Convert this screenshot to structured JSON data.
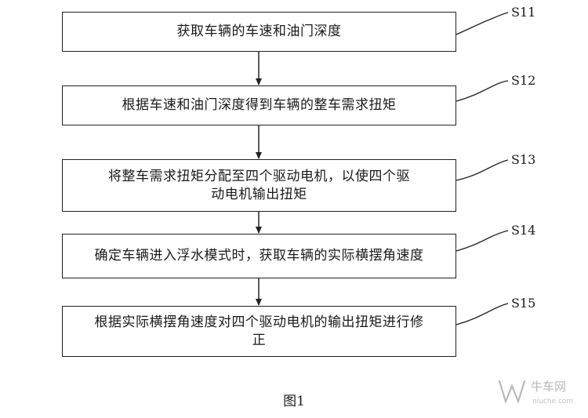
{
  "steps": [
    {
      "id": "S11",
      "text": "获取车辆的车速和油门深度"
    },
    {
      "id": "S12",
      "text": "根据车速和油门深度得到车辆的整车需求扭矩"
    },
    {
      "id": "S13",
      "text": "将整车需求扭矩分配至四个驱动电机，以使四个驱动电机输出扭矩"
    },
    {
      "id": "S14",
      "text": "确定车辆进入浮水模式时，获取车辆的实际横摆角速度"
    },
    {
      "id": "S15",
      "text": "根据实际横摆角速度对四个驱动电机的输出扭矩进行修正"
    }
  ],
  "caption": "图1",
  "watermark": {
    "main": "牛车网",
    "sub": "niuche.com"
  },
  "colors": {
    "line": "#222222",
    "text": "#1a1a1a",
    "watermark": "#b9b9b9"
  }
}
